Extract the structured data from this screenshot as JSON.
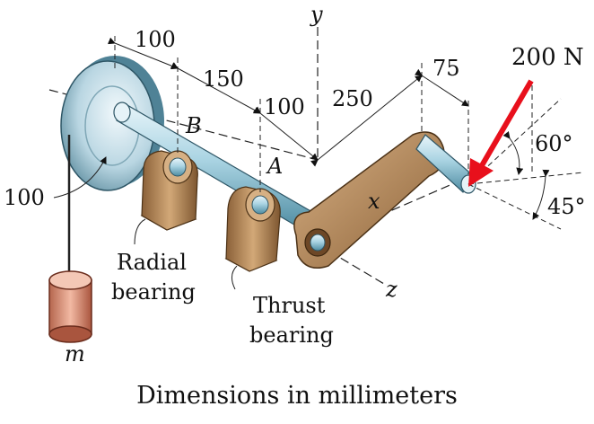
{
  "dimensions": {
    "d100_top": "100",
    "d150": "150",
    "d100_mid": "100",
    "d250": "250",
    "d75": "75",
    "d100_left": "100"
  },
  "force": {
    "label": "200 N",
    "color": "#e8101c"
  },
  "angles": {
    "a60": "60°",
    "a45": "45°"
  },
  "points": {
    "B": "B",
    "A": "A",
    "x": "x",
    "y": "y",
    "z": "z",
    "m": "m"
  },
  "labels": {
    "radial_line1": "Radial",
    "radial_line2": "bearing",
    "thrust_line1": "Thrust",
    "thrust_line2": "bearing"
  },
  "caption": "Dimensions in millimeters",
  "colors": {
    "shaft": "#a9d3e2",
    "bearing": "#b88a55",
    "crank": "#b98b5a",
    "pulley": "#c6dde6",
    "mass": "#e0a089"
  }
}
